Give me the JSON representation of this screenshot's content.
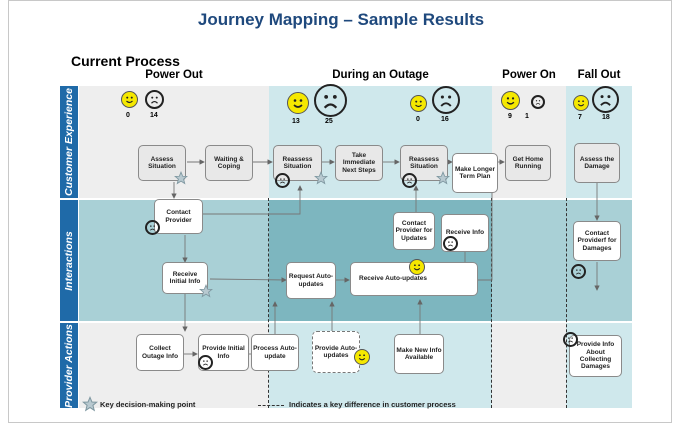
{
  "title": "Journey Mapping – Sample Results",
  "subtitle": "Current Process",
  "row_labels": [
    "Customer Experience",
    "Interactions",
    "Provider Actions"
  ],
  "phases": [
    "Power Out",
    "During an Outage",
    "Power On",
    "Fall Out"
  ],
  "counts": {
    "power_out_happy": "0",
    "power_out_sad": "14",
    "outage_a_happy": "13",
    "outage_a_sad": "25",
    "outage_b_happy": "0",
    "outage_b_sad": "16",
    "power_on_happy": "9",
    "power_on_sad": "1",
    "fall_out_happy": "7",
    "fall_out_sad": "18"
  },
  "boxes": {
    "assess_situation": "Assess Situation",
    "waiting_coping": "Waiting & Coping",
    "reassess_1": "Reassess Situation",
    "take_immediate": "Take Immediate Next Steps",
    "reassess_2": "Reassess Situation",
    "longer_term": "Make Longer Term Plan",
    "get_home": "Get Home Running",
    "assess_damage": "Assess the Damage",
    "contact_provider": "Contact Provider",
    "contact_updates": "Contact Provider for Updates",
    "receive_info": "Receive Info",
    "receive_initial": "Receive Initial Info",
    "request_auto": "Request Auto-updates",
    "receive_auto": "Receive Auto-updates",
    "contact_damages": "Contact Providerf for Damages",
    "collect_outage": "Collect Outage Info",
    "provide_initial": "Provide Initial Info",
    "process_auto": "Process Auto-update",
    "provide_auto": "Provide Auto-updates",
    "new_info": "Make New Info Available",
    "provide_damages": "Provide Info About Collecting Damages"
  },
  "legend": {
    "star": "Key decision-making point",
    "dashed": "Indicates a key difference in customer process"
  },
  "colors": {
    "row_label_bg": "#1f6aa8",
    "lane_light_gray": "#eeeeee",
    "lane_light_teal": "#cfe8ec",
    "lane_mid_teal": "#a9d0d6",
    "lane_dark_teal": "#7db6bf",
    "face_yellow": "#f5e800",
    "title_blue": "#1f497d"
  },
  "icons": [
    "happy-face-icon",
    "sad-face-icon",
    "star-icon"
  ]
}
